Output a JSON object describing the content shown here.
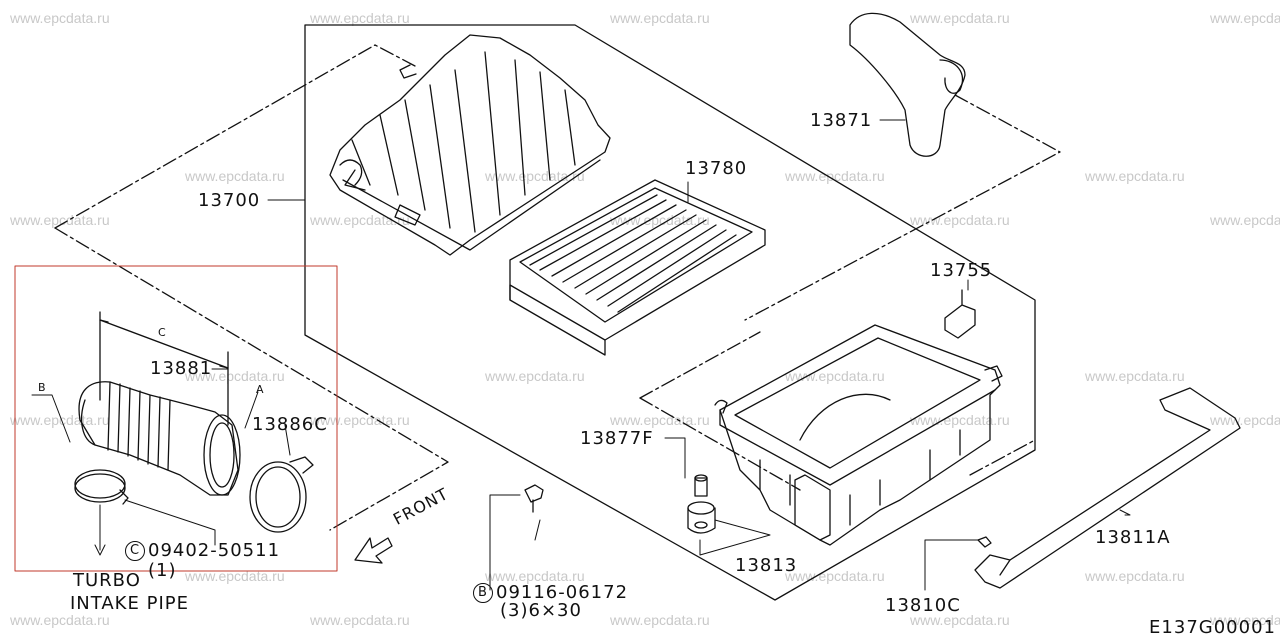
{
  "watermark": "www.epcdata.ru",
  "parts": {
    "p13700": "13700",
    "p13780": "13780",
    "p13871": "13871",
    "p13755": "13755",
    "p13881": "13881",
    "p13886C": "13886C",
    "p13877F": "13877F",
    "p13813": "13813",
    "p13811A": "13811A",
    "p13810C": "13810C"
  },
  "callouts": {
    "c_letter": "C",
    "c_part": "09402-50511",
    "c_qty": "(1)",
    "b_letter": "B",
    "b_part": "09116-06172",
    "b_qty": "(3)6×30"
  },
  "refs": {
    "a": "A",
    "b": "B",
    "c": "C"
  },
  "notes": {
    "turbo_line1": "TURBO",
    "turbo_line2": "INTAKE PIPE",
    "front": "FRONT"
  },
  "figure_code": "E137G00001",
  "colors": {
    "ink": "#111111",
    "highlight_box": "#c0392b",
    "watermark": "#c8c8c8"
  }
}
